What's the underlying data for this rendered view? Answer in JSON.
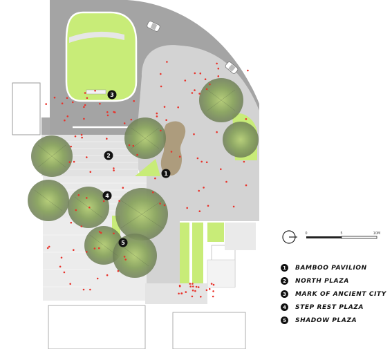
{
  "map": {
    "colors": {
      "road": "#a7a7a7",
      "plaza": "#cfcfcf",
      "paving": "#e6e6e6",
      "lawn": "#c8ec78",
      "tree": "#86a062",
      "pavilion": "#a89673",
      "flowers": "#e8332b",
      "marker": "#111111"
    },
    "markers": [
      {
        "num": "1",
        "name": "bamboo-pavilion-marker"
      },
      {
        "num": "2",
        "name": "north-plaza-marker"
      },
      {
        "num": "3",
        "name": "mark-of-ancient-city-marker"
      },
      {
        "num": "4",
        "name": "step-rest-plaza-marker"
      },
      {
        "num": "5",
        "name": "shadow-plaza-marker"
      }
    ]
  },
  "scale": {
    "labels": [
      "0",
      "5",
      "10M"
    ]
  },
  "legend": {
    "items": [
      {
        "num": "1",
        "label": "BAMBOO PAVILION"
      },
      {
        "num": "2",
        "label": "NORTH PLAZA"
      },
      {
        "num": "3",
        "label": "MARK OF ANCIENT CITY"
      },
      {
        "num": "4",
        "label": "STEP REST PLAZA"
      },
      {
        "num": "5",
        "label": "SHADOW PLAZA"
      }
    ]
  }
}
